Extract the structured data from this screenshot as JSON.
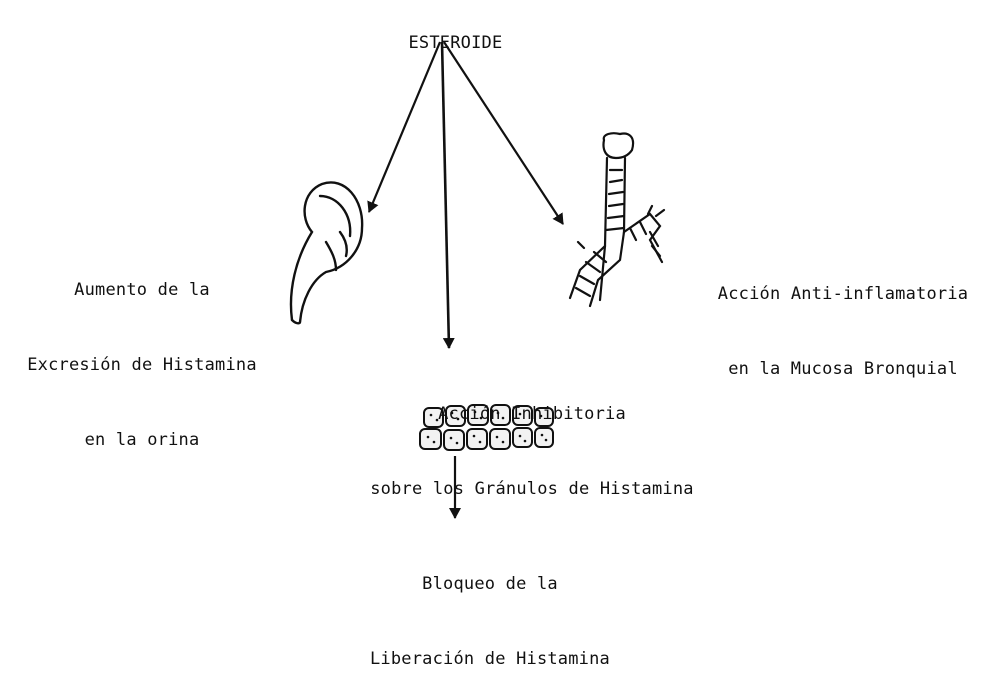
{
  "diagram": {
    "root": {
      "label": "ESTEROIDE"
    },
    "left_effect": {
      "lines": [
        "Aumento de la",
        "Excresión de Histamina",
        "en la orina"
      ],
      "icon": "kidney-icon"
    },
    "right_effect": {
      "lines": [
        "Acción Anti-inflamatoria",
        "en la Mucosa Bronquial"
      ],
      "icon": "bronchi-icon"
    },
    "center_effect": {
      "lines": [
        "Acción Inhibitoria",
        "sobre los Gránulos de Histamina"
      ],
      "icon": "histamine-granules-icon"
    },
    "result": {
      "lines": [
        "Bloqueo de la",
        "Liberación de Histamina"
      ]
    }
  }
}
